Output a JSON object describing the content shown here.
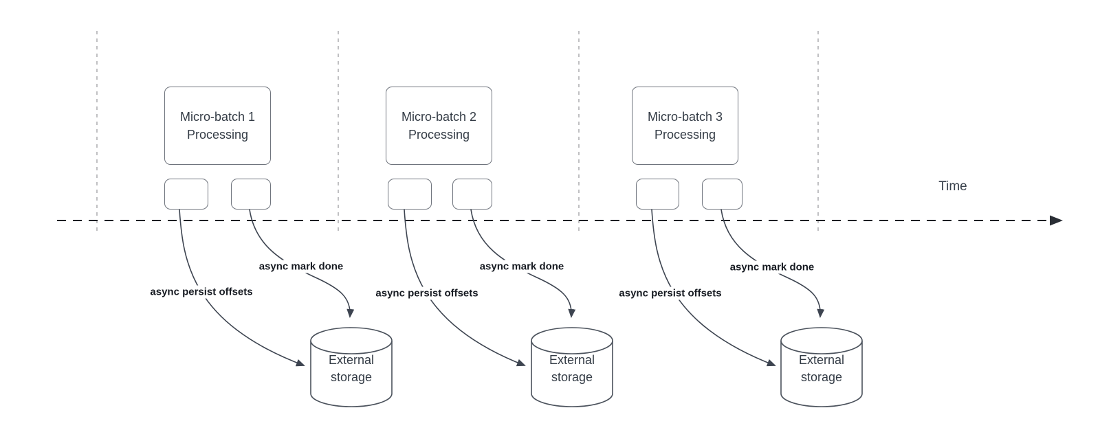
{
  "timeline": {
    "label": "Time"
  },
  "batches": [
    {
      "title": "Micro-batch 1\nProcessing",
      "persist_label": "async persist offsets",
      "mark_done_label": "async mark done",
      "storage_title": "External\nstorage"
    },
    {
      "title": "Micro-batch 2\nProcessing",
      "persist_label": "async persist offsets",
      "mark_done_label": "async mark done",
      "storage_title": "External\nstorage"
    },
    {
      "title": "Micro-batch 3\nProcessing",
      "persist_label": "async persist offsets",
      "mark_done_label": "async mark done",
      "storage_title": "External\nstorage"
    }
  ],
  "icons": {
    "edge_arrowhead": "arrowhead-icon",
    "timeline_arrowhead": "arrowhead-icon",
    "storage_shape": "database-cylinder"
  },
  "colors": {
    "background": "#ffffff",
    "node_stroke": "#6f747d",
    "edge_stroke": "#3d4450",
    "timeline_stroke": "#1d1f23",
    "guide_stroke": "#b0b0b4",
    "node_text": "#333b45",
    "edge_label_text": "#171b22"
  }
}
